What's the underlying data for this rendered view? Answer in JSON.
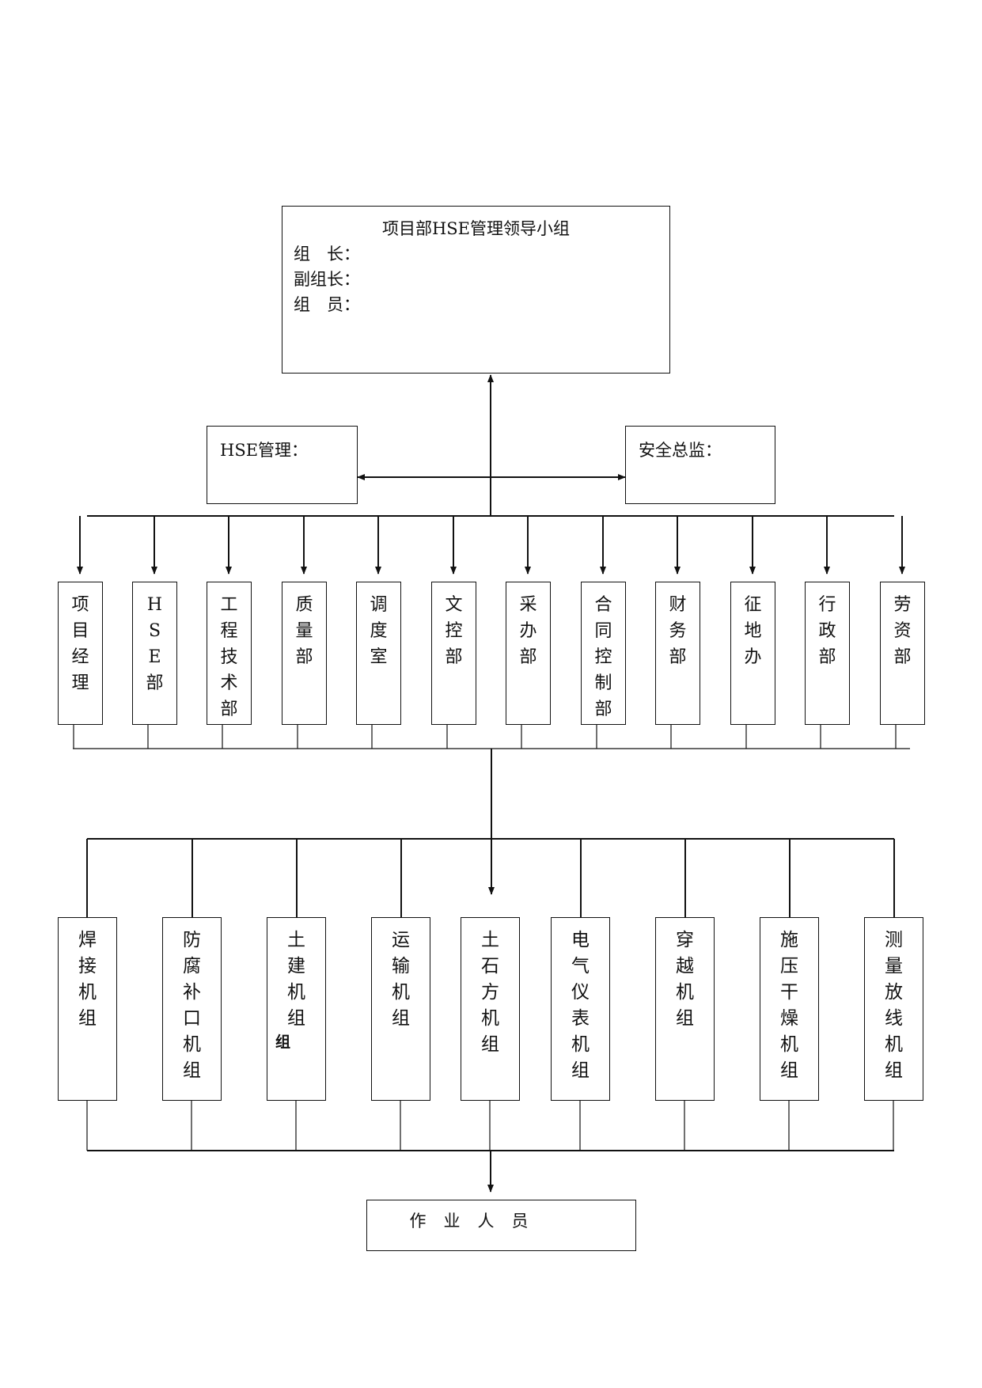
{
  "leadership": {
    "title": "项目部HSE管理领导小组",
    "leader_label": "组　长：",
    "deputy_label": "副组长：",
    "member_label": "组　员："
  },
  "hse_management_label": "HSE管理：",
  "safety_director_label": "安全总监：",
  "departments": [
    {
      "chars": [
        "项",
        "目",
        "经",
        "理"
      ]
    },
    {
      "chars": [
        "H",
        "S",
        "E",
        "部"
      ]
    },
    {
      "chars": [
        "工",
        "程",
        "技",
        "术",
        "部"
      ]
    },
    {
      "chars": [
        "质",
        "量",
        "部"
      ]
    },
    {
      "chars": [
        "调",
        "度",
        "室"
      ]
    },
    {
      "chars": [
        "文",
        "控",
        "部"
      ]
    },
    {
      "chars": [
        "采",
        "办",
        "部"
      ]
    },
    {
      "chars": [
        "合",
        "同",
        "控",
        "制",
        "部"
      ]
    },
    {
      "chars": [
        "财",
        "务",
        "部"
      ]
    },
    {
      "chars": [
        "征",
        "地",
        "办"
      ]
    },
    {
      "chars": [
        "行",
        "政",
        "部"
      ]
    },
    {
      "chars": [
        "劳",
        "资",
        "部"
      ]
    }
  ],
  "crews": [
    {
      "chars": [
        "焊",
        "接",
        "机",
        "组"
      ]
    },
    {
      "chars": [
        "防",
        "腐",
        "补",
        "口",
        "机",
        "组"
      ]
    },
    {
      "chars": [
        "土",
        "建",
        "机",
        "组"
      ]
    },
    {
      "chars": [
        "运",
        "输",
        "机",
        "组"
      ]
    },
    {
      "chars": [
        "土",
        "石",
        "方",
        "机",
        "组"
      ]
    },
    {
      "chars": [
        "电",
        "气",
        "仪",
        "表",
        "机",
        "组"
      ]
    },
    {
      "chars": [
        "穿",
        "越",
        "机",
        "组"
      ]
    },
    {
      "chars": [
        "施",
        "压",
        "干",
        "燥",
        "机",
        "组"
      ]
    },
    {
      "chars": [
        "测",
        "量",
        "放",
        "线",
        "机",
        "组"
      ]
    }
  ],
  "stray_text": "组",
  "workers_label": "作业人员"
}
